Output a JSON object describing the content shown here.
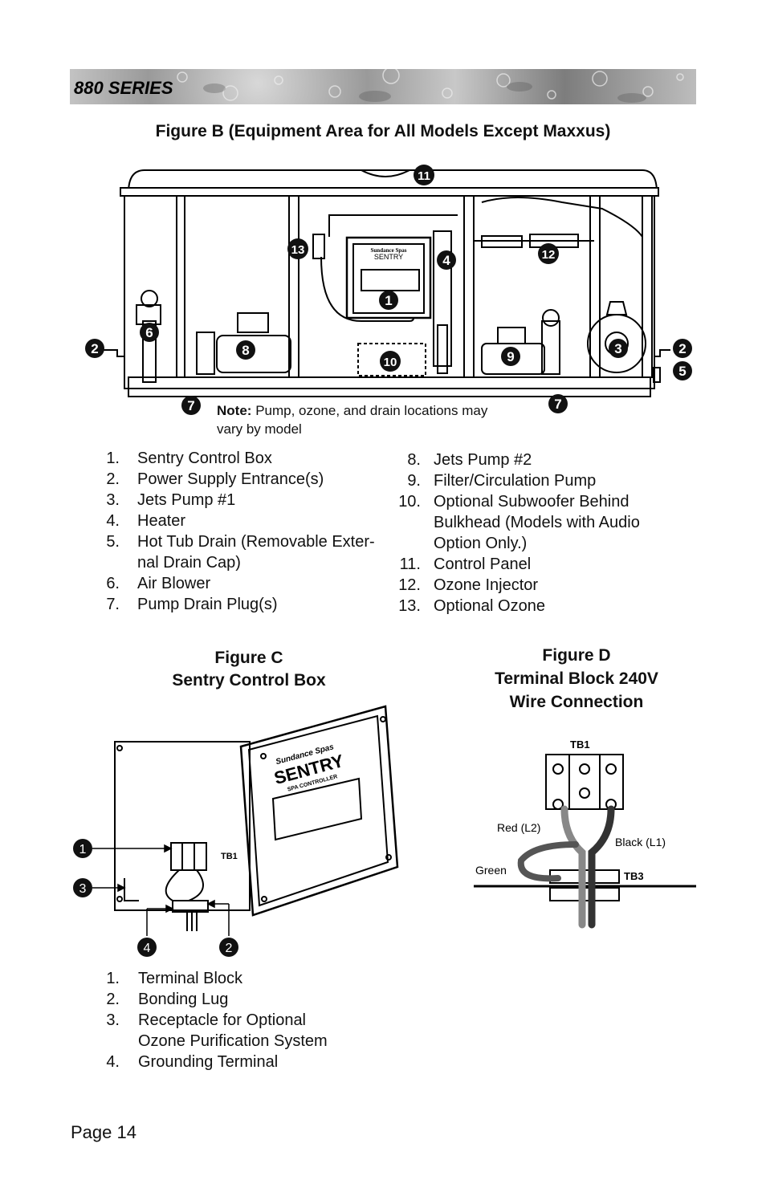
{
  "header": {
    "title": "880 SERIES"
  },
  "figure_b": {
    "title": "Figure B (Equipment Area for All Models Except Maxxus)",
    "note_bold": "Note:",
    "note_line1": "Pump, ozone, and drain locations may",
    "note_line2": "vary by model",
    "panel_brand": "Sundance Spas",
    "panel_name": "SENTRY",
    "callouts": [
      "1",
      "2",
      "3",
      "4",
      "5",
      "6",
      "7",
      "8",
      "9",
      "10",
      "11",
      "12",
      "13"
    ],
    "list_left": [
      {
        "n": "1.",
        "t": "Sentry Control Box"
      },
      {
        "n": "2.",
        "t": "Power Supply Entrance(s)"
      },
      {
        "n": "3.",
        "t": "Jets Pump #1"
      },
      {
        "n": "4.",
        "t": "Heater"
      },
      {
        "n": "5.",
        "t": "Hot Tub Drain (Removable Exter-"
      },
      {
        "n": "",
        "t": "nal Drain Cap)"
      },
      {
        "n": "6.",
        "t": "Air Blower"
      },
      {
        "n": "7.",
        "t": "Pump Drain Plug(s)"
      }
    ],
    "list_right": [
      {
        "n": "8.",
        "t": "Jets Pump #2"
      },
      {
        "n": "9.",
        "t": "Filter/Circulation Pump"
      },
      {
        "n": "10.",
        "t": "Optional Subwoofer Behind"
      },
      {
        "n": "",
        "t": "Bulkhead (Models with Audio"
      },
      {
        "n": "",
        "t": "Option Only.)"
      },
      {
        "n": "11.",
        "t": "Control Panel"
      },
      {
        "n": "12.",
        "t": "Ozone Injector"
      },
      {
        "n": "13.",
        "t": "Optional Ozone"
      }
    ]
  },
  "figure_c": {
    "title_line1": "Figure C",
    "title_line2": "Sentry Control Box",
    "door_brand": "Sundance Spas",
    "door_name": "SENTRY",
    "door_sub": "SPA CONTROLLER",
    "tb_label": "TB1",
    "callouts": [
      "1",
      "2",
      "3",
      "4"
    ],
    "list": [
      {
        "n": "1.",
        "t": "Terminal Block"
      },
      {
        "n": "2.",
        "t": "Bonding Lug"
      },
      {
        "n": "3.",
        "t": "Receptacle for Optional"
      },
      {
        "n": "",
        "t": "Ozone Purification System"
      },
      {
        "n": "4.",
        "t": "Grounding Terminal"
      }
    ]
  },
  "figure_d": {
    "title_line1": "Figure D",
    "title_line2": "Terminal Block 240V",
    "title_line3": "Wire Connection",
    "tb1": "TB1",
    "tb3": "TB3",
    "red": "Red (L2)",
    "black": "Black (L1)",
    "green": "Green"
  },
  "footer": {
    "page": "Page 14"
  }
}
